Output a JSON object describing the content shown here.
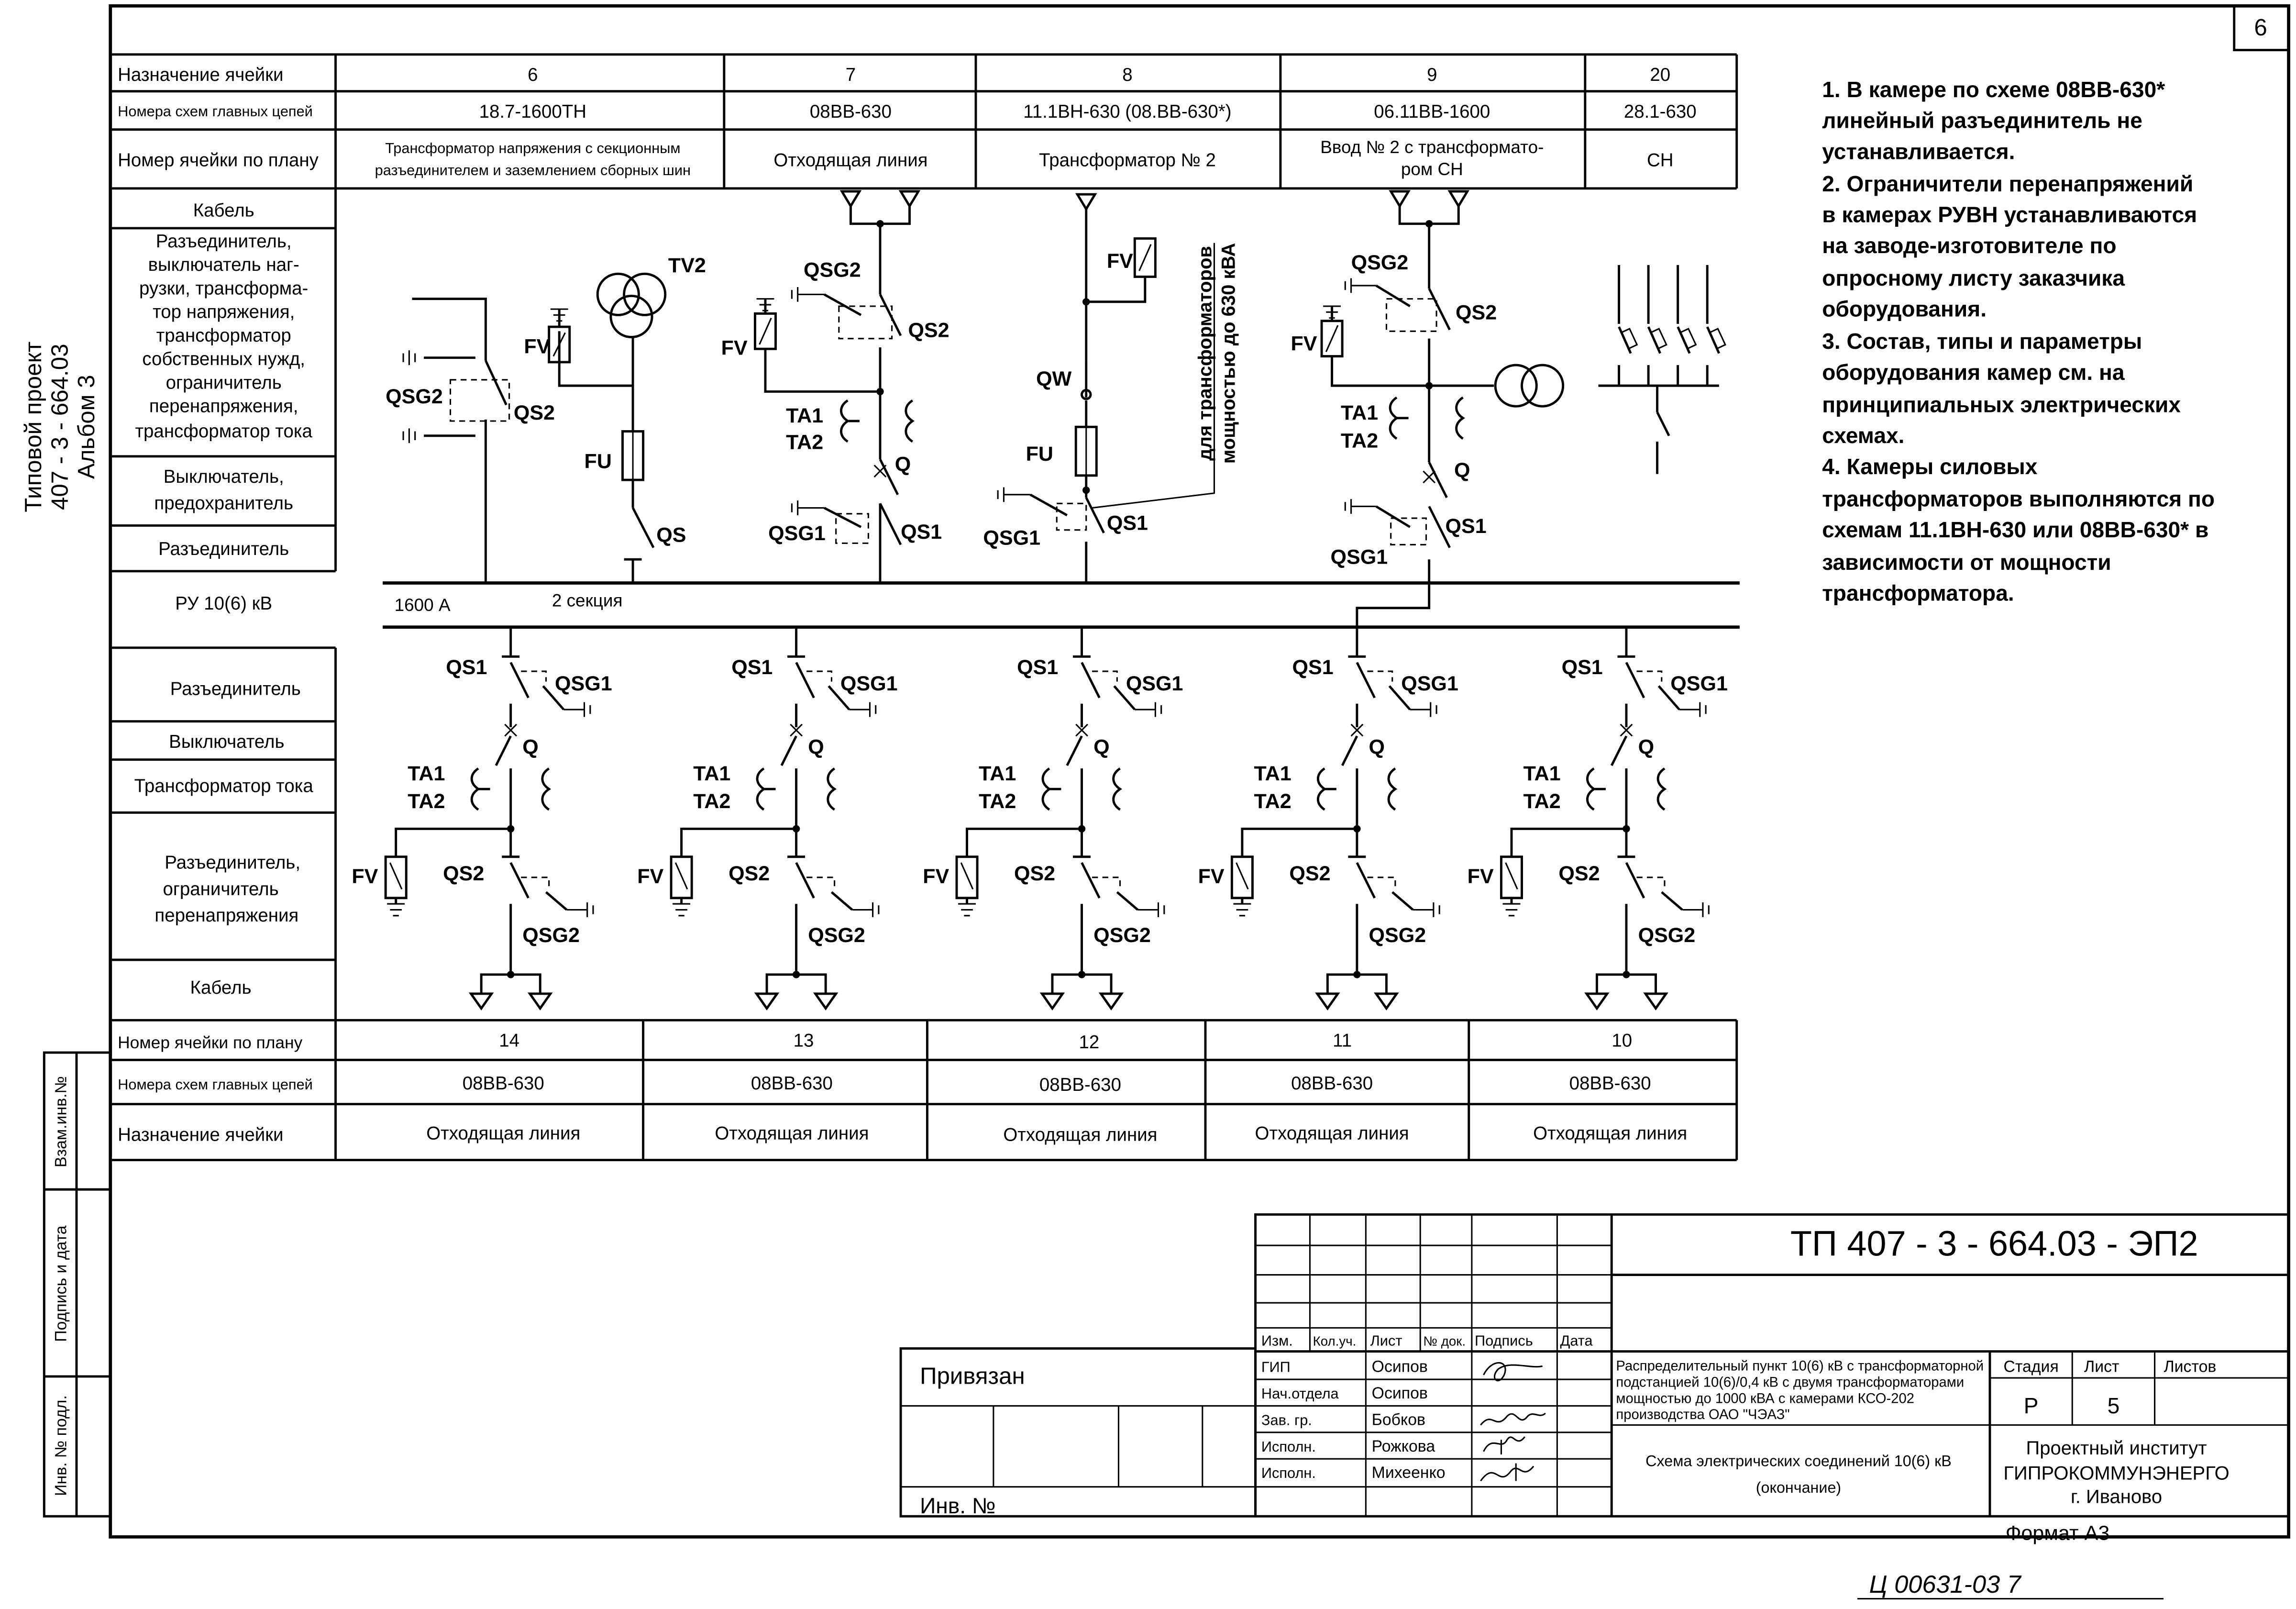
{
  "page_number": "6",
  "side_title": [
    "Типовой проект",
    "407 - 3 - 664.03",
    "Альбом 3"
  ],
  "upper_table": {
    "row_labels": {
      "purpose": "Назначение ячейки",
      "scheme_numbers": "Номера схем главных цепей",
      "plan_number": "Номер ячейки по плану",
      "cable": "Кабель",
      "equipment": [
        "Разъединитель,",
        "выключатель наг-",
        "рузки, трансформа-",
        "тор напряжения,",
        "трансформатор",
        "собственных нужд,",
        "ограничитель",
        "перенапряжения,",
        "трансформатор тока"
      ],
      "breaker": [
        "Выключатель,",
        "предохранитель"
      ],
      "disconnector": "Разъединитель",
      "switchgear": "РУ 10(6) кВ"
    },
    "cells": [
      {
        "number": "6",
        "scheme": "18.7-1600ТН",
        "purpose": [
          "Трансформатор напряжения с секционным",
          "разъединителем и заземлением сборных шин"
        ]
      },
      {
        "number": "7",
        "scheme": "08ВВ-630",
        "purpose": [
          "Отходящая линия"
        ]
      },
      {
        "number": "8",
        "scheme": "11.1ВН-630 (08.ВВ-630*)",
        "purpose": [
          "Трансформатор № 2"
        ]
      },
      {
        "number": "9",
        "scheme": "06.11ВВ-1600",
        "purpose": [
          "Ввод № 2 с трансформато-",
          "ром СН"
        ]
      },
      {
        "number": "20",
        "scheme": "28.1-630",
        "purpose": [
          "СН"
        ]
      }
    ]
  },
  "notes": [
    "1. В камере по схеме 08ВВ-630*",
    "линейный разъединитель не",
    "устанавливается.",
    "2. Ограничители перенапряжений",
    "в камерах РУВН устанавливаются",
    "на заводе-изготовителе по",
    "опросному листу заказчика",
    "оборудования.",
    "3. Состав, типы и параметры",
    "оборудования камер см. на",
    "принципиальных электрических",
    "схемах.",
    "4. Камеры силовых",
    "трансформаторов выполняются по",
    "схемам 11.1ВН-630 или 08ВВ-630* в",
    "зависимости от мощности",
    "трансформатора."
  ],
  "bus": {
    "current": "1600 А",
    "section": "2 секция"
  },
  "upper_labels": {
    "TV2": "TV2",
    "FV": "FV",
    "FU": "FU",
    "QS": "QS",
    "QS2": "QS2",
    "QSG2": "QSG2",
    "QSG1": "QSG1",
    "QS1": "QS1",
    "TA1": "TA1",
    "TA2": "TA2",
    "Q": "Q",
    "QW": "QW",
    "transformer_note": [
      "для трансформаторов",
      "мощностью до 630 кВА"
    ]
  },
  "lower_table": {
    "row_labels": {
      "disconnector": "Разъединитель",
      "breaker": "Выключатель",
      "ct": "Трансформатор тока",
      "arrester": [
        "Разъединитель,",
        "ограничитель",
        "перенапряжения"
      ],
      "cable": "Кабель",
      "plan_number": "Номер ячейки по плану",
      "scheme_numbers": "Номера схем главных цепей",
      "purpose": "Назначение ячейки"
    },
    "cells": [
      {
        "number": "14",
        "scheme": "08ВВ-630",
        "purpose": "Отходящая линия"
      },
      {
        "number": "13",
        "scheme": "08ВВ-630",
        "purpose": "Отходящая линия"
      },
      {
        "number": "12",
        "scheme": "08ВВ-630",
        "purpose": "Отходящая линия"
      },
      {
        "number": "11",
        "scheme": "08ВВ-630",
        "purpose": "Отходящая линия"
      },
      {
        "number": "10",
        "scheme": "08ВВ-630",
        "purpose": "Отходящая линия"
      }
    ]
  },
  "left_stamps": [
    "Взам.инв.№",
    "Подпись и дата",
    "Инв. № подл."
  ],
  "title_block": {
    "code": "ТП  407 - 3 - 664.03 - ЭП2",
    "bound": "Привязан",
    "inv": "Инв. №",
    "headers": [
      "Изм.",
      "Кол.уч.",
      "Лист",
      "№ док.",
      "Подпись",
      "Дата"
    ],
    "roles": [
      "ГИП",
      "Нач.отдела",
      "Зав. гр.",
      "Исполн.",
      "Исполн."
    ],
    "names": [
      "Осипов",
      "Осипов",
      "Бобков",
      "Рожкова",
      "Михеенко"
    ],
    "description": [
      "Распределительный пункт 10(6) кВ с трансформаторной",
      "подстанцией 10(6)/0,4 кВ с двумя трансформаторами",
      "мощностью до 1000 кВА с камерами КСО-202",
      "производства ОАО \"ЧЭАЗ\""
    ],
    "sheet_title": [
      "Схема электрических соединений 10(6) кВ",
      "(окончание)"
    ],
    "stage_label": "Стадия",
    "sheet_label": "Лист",
    "sheets_label": "Листов",
    "stage": "Р",
    "sheet": "5",
    "institute": [
      "Проектный институт",
      "ГИПРОКОММУНЭНЕРГО",
      "г. Иваново"
    ],
    "format": "Формат А3",
    "handwritten": "Ц 00631-03   7"
  }
}
